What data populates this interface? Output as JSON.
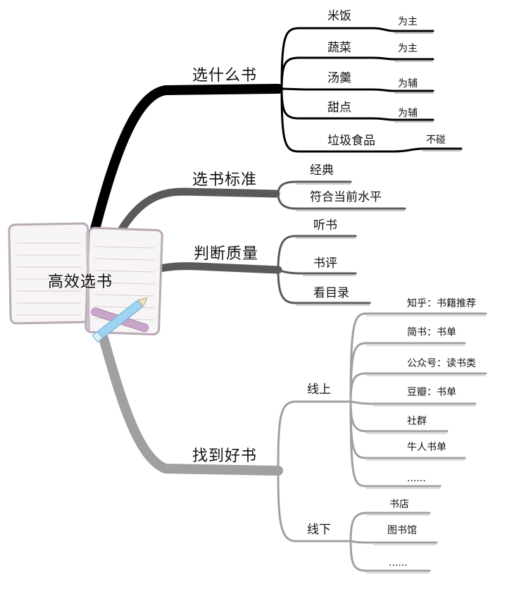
{
  "center": {
    "title": "高效选书",
    "icon": "notebook-pencil-icon"
  },
  "branches": [
    {
      "label": "选什么书",
      "color": "#000000",
      "children": [
        {
          "label": "米饭",
          "note": "为主"
        },
        {
          "label": "蔬菜",
          "note": "为主"
        },
        {
          "label": "汤羹",
          "note": "为辅"
        },
        {
          "label": "甜点",
          "note": "为辅"
        },
        {
          "label": "垃圾食品",
          "note": "不碰"
        }
      ]
    },
    {
      "label": "选书标准",
      "color": "#555555",
      "children": [
        {
          "label": "经典"
        },
        {
          "label": "符合当前水平"
        }
      ]
    },
    {
      "label": "判断质量",
      "color": "#555555",
      "children": [
        {
          "label": "听书"
        },
        {
          "label": "书评"
        },
        {
          "label": "看目录"
        }
      ]
    },
    {
      "label": "找到好书",
      "color": "#9a9a9a",
      "children": [
        {
          "label": "线上",
          "children": [
            "知乎：书籍推荐",
            "简书：书单",
            "公众号：读书类",
            "豆瓣：书单",
            "社群",
            "牛人书单",
            "......"
          ]
        },
        {
          "label": "线下",
          "children": [
            "书店",
            "图书馆",
            "......"
          ]
        }
      ]
    }
  ]
}
